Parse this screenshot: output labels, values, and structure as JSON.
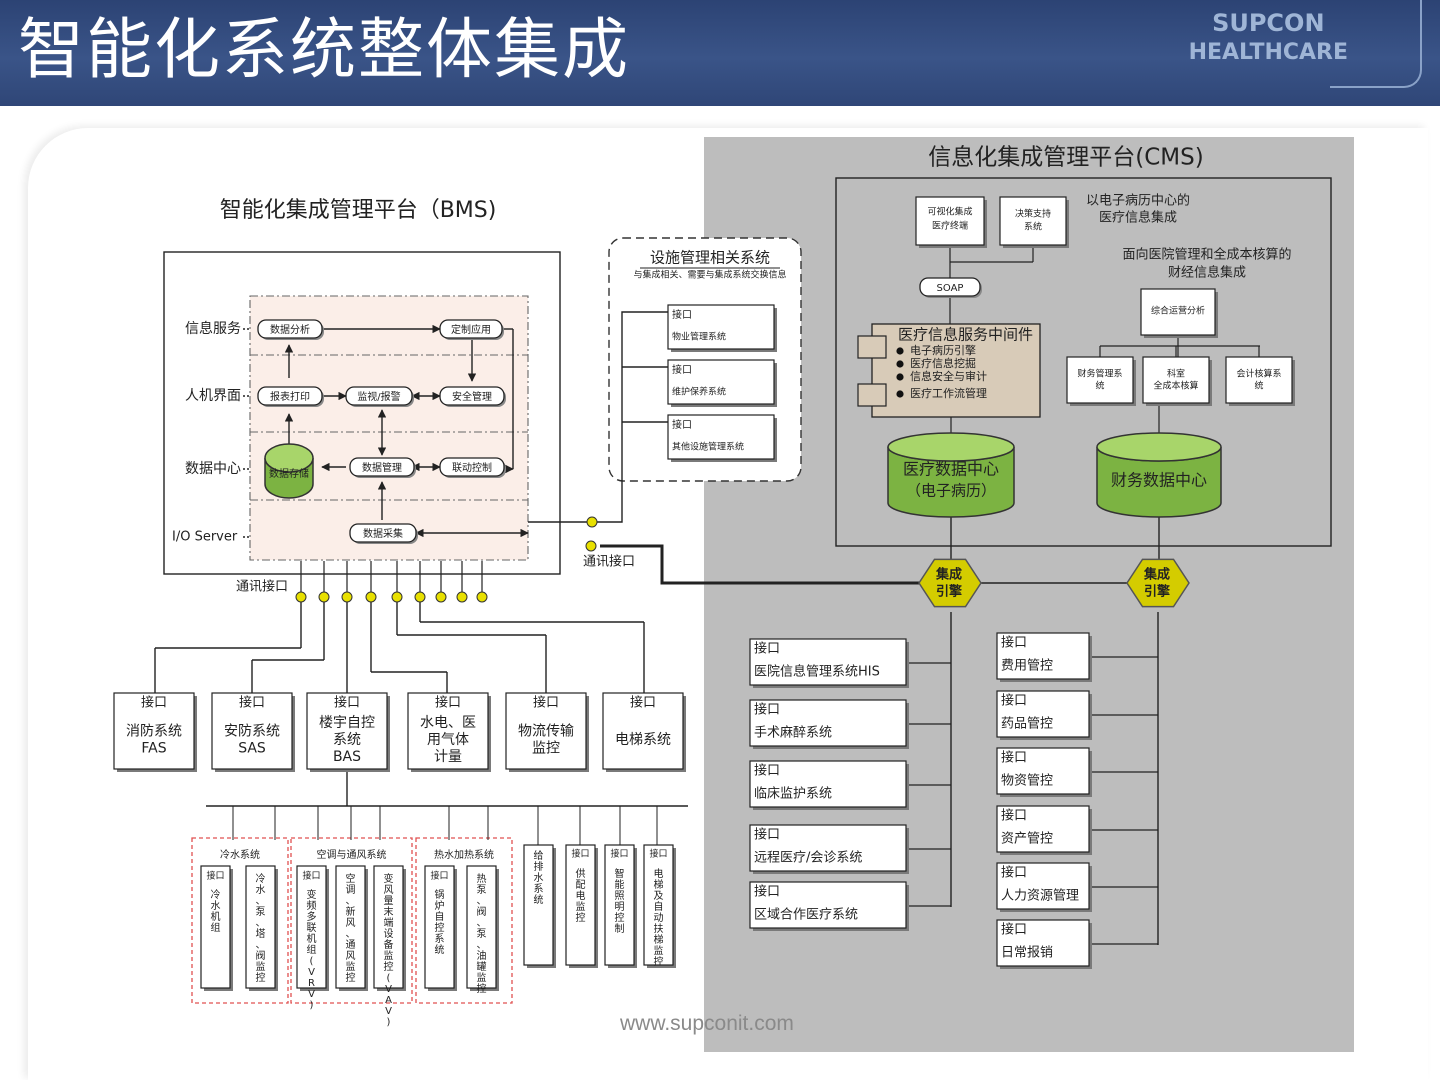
{
  "header": {
    "title": "智能化系统整体集成",
    "brand_line1": "SUPCON",
    "brand_line2": "HEALTHCARE"
  },
  "bms": {
    "title": "智能化集成管理平台（BMS)",
    "layers": [
      "信息服务",
      "人机界面",
      "数据中心",
      "I/O Server"
    ],
    "nodes": {
      "data_analysis": "数据分析",
      "custom_app": "定制应用",
      "report_print": "报表打印",
      "monitor_alarm": "监视/报警",
      "security_mgmt": "安全管理",
      "data_storage": "数据存储",
      "data_mgmt": "数据管理",
      "linkage_ctrl": "联动控制",
      "data_collect": "数据采集"
    },
    "comm_label": "通讯接口"
  },
  "facility": {
    "title": "设施管理相关系统",
    "subtitle": "与集成相关、需要与集成系统交换信息",
    "items": [
      {
        "iface": "接口",
        "name": "物业管理系统"
      },
      {
        "iface": "接口",
        "name": "维护保养系统"
      },
      {
        "iface": "接口",
        "name": "其他设施管理系统"
      }
    ]
  },
  "cms": {
    "title": "信息化集成管理平台(CMS)",
    "top_left_box": "可视化集成医疗终端",
    "top_right_box": "决策支持系统",
    "note1_line1": "以电子病历中心的",
    "note1_line2": "医疗信息集成",
    "note2_line1": "面向医院管理和全成本核算的",
    "note2_line2": "财经信息集成",
    "soap": "SOAP",
    "middleware_title": "医疗信息服务中间件",
    "middleware_items": [
      "电子病历引擎",
      "医疗信息挖掘",
      "信息安全与审计",
      "医疗工作流管理"
    ],
    "ops_analysis": "综合运营分析",
    "fin_boxes": [
      "财务管理系统",
      "科室全成本核算",
      "会计核算系统"
    ],
    "db_medical_line1": "医疗数据中心",
    "db_medical_line2": "（电子病历）",
    "db_finance": "财务数据中心",
    "engine": [
      "集成",
      "引擎"
    ],
    "comm_label": "通讯接口",
    "left_systems": [
      {
        "iface": "接口",
        "name": "医院信息管理系统HIS"
      },
      {
        "iface": "接口",
        "name": "手术麻醉系统"
      },
      {
        "iface": "接口",
        "name": "临床监护系统"
      },
      {
        "iface": "接口",
        "name": "远程医疗/会诊系统"
      },
      {
        "iface": "接口",
        "name": "区域合作医疗系统"
      }
    ],
    "right_systems": [
      {
        "iface": "接口",
        "name": "费用管控"
      },
      {
        "iface": "接口",
        "name": "药品管控"
      },
      {
        "iface": "接口",
        "name": "物资管控"
      },
      {
        "iface": "接口",
        "name": "资产管控"
      },
      {
        "iface": "接口",
        "name": "人力资源管理"
      },
      {
        "iface": "接口",
        "name": "日常报销"
      }
    ]
  },
  "subsystems": [
    {
      "iface": "接口",
      "lines": [
        "消防系统",
        "FAS"
      ]
    },
    {
      "iface": "接口",
      "lines": [
        "安防系统",
        "SAS"
      ]
    },
    {
      "iface": "接口",
      "lines": [
        "楼宇自控",
        "系统",
        "BAS"
      ]
    },
    {
      "iface": "接口",
      "lines": [
        "水电、医",
        "用气体",
        "计量"
      ]
    },
    {
      "iface": "接口",
      "lines": [
        "物流传输",
        "监控"
      ]
    },
    {
      "iface": "接口",
      "lines": [
        "电梯系统"
      ]
    }
  ],
  "bas_groups": [
    {
      "title": "冷水系统",
      "items": [
        {
          "iface": "接口",
          "name": "冷水机组"
        },
        {
          "iface": "",
          "name": "冷水、泵、塔、阀监控"
        }
      ]
    },
    {
      "title": "空调与通风系统",
      "items": [
        {
          "iface": "接口",
          "name": "变频多联机组(VRV)"
        },
        {
          "iface": "",
          "name": "空调、新风、通风监控"
        },
        {
          "iface": "",
          "name": "变风量末端设备监控(VAV)"
        }
      ]
    },
    {
      "title": "热水加热系统",
      "items": [
        {
          "iface": "接口",
          "name": "锅炉自控系统"
        },
        {
          "iface": "",
          "name": "热泵、阀、泵、油罐监控"
        }
      ]
    }
  ],
  "bas_singles": [
    {
      "iface": "",
      "name": "给排水系统"
    },
    {
      "iface": "接口",
      "name": "供配电监控"
    },
    {
      "iface": "接口",
      "name": "智能照明控制"
    },
    {
      "iface": "接口",
      "name": "电梯及自动扶梯监控"
    }
  ],
  "footer": "www.supconit.com",
  "colors": {
    "header_bg": "#34497b",
    "cms_panel": "#bdbdbd",
    "pink_zone": "#fbeee8",
    "db_green": "#7cb342",
    "engine_yellow": "#d4cc00",
    "node_dot": "#e8e000",
    "dash_red": "#e05050"
  }
}
